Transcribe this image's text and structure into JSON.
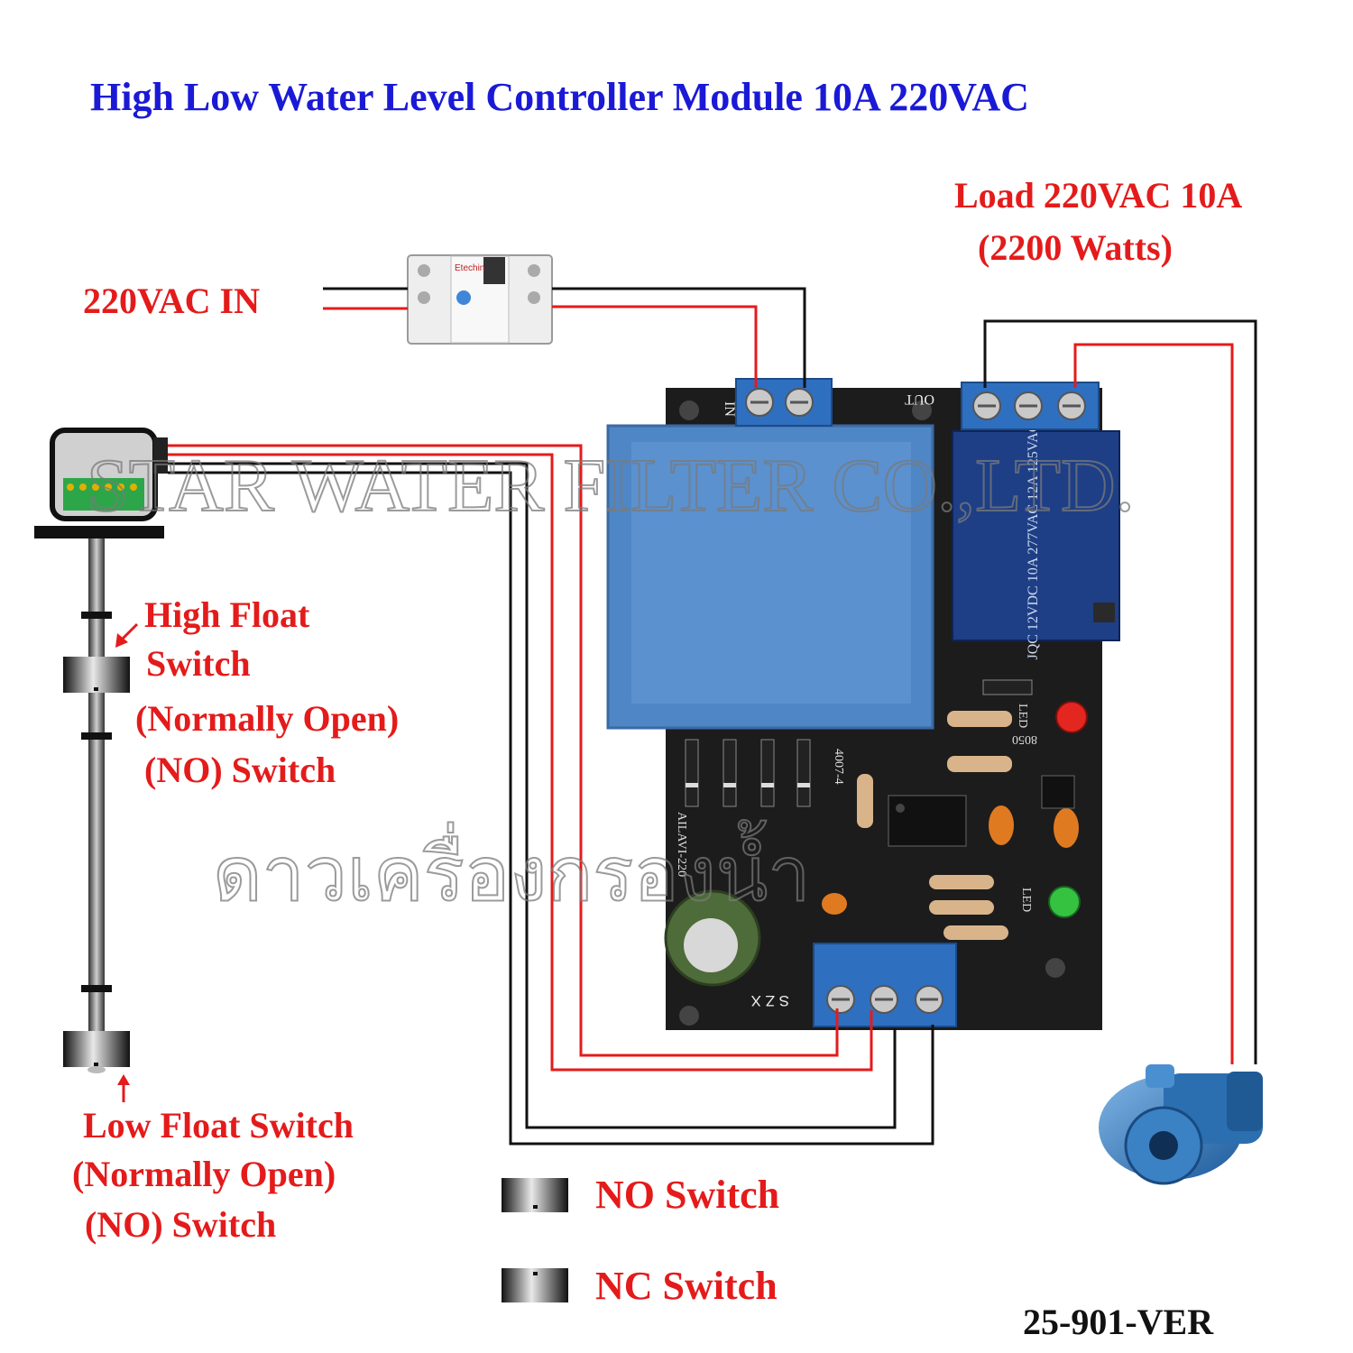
{
  "title": "High Low Water Level Controller Module 10A 220VAC",
  "labels": {
    "load_line1": "Load 220VAC 10A",
    "load_line2": "(2200 Watts)",
    "power_in": "220VAC  IN",
    "high_float_line1": "High Float",
    "high_float_line2": "Switch",
    "high_float_line3": "(Normally Open)",
    "high_float_line4": "(NO) Switch",
    "low_float_line1": "Low Float Switch",
    "low_float_line2": "(Normally Open)",
    "low_float_line3": "(NO) Switch",
    "legend_no": "NO Switch",
    "legend_nc": "NC Switch",
    "part_number": "25-901-VER"
  },
  "watermarks": {
    "company": "STAR WATER FILTER CO.,LTD.",
    "thai": "ดาวเครื่องกรองน้ำ"
  },
  "pcb_markings": {
    "in_terminal": "IN",
    "out_terminal": "OUT",
    "sensor_terminals": "S Z X",
    "diode_label": "4007-4",
    "board_id": "AILAVI-220",
    "led_label": "LED",
    "transistor_label": "8050",
    "relay_text": "JQC 12VDC 10A 277VAC 12A 125VAC",
    "breaker_brand": "Etechin"
  },
  "colors": {
    "title": "#1a1ad6",
    "label": "#e41b1b",
    "wire_live": "#e41b1b",
    "wire_neutral": "#111111",
    "pcb": "#1c1c1c",
    "transformer": "#4f86c6",
    "terminal": "#2f6fc0",
    "pump": "#2b6fb0"
  }
}
